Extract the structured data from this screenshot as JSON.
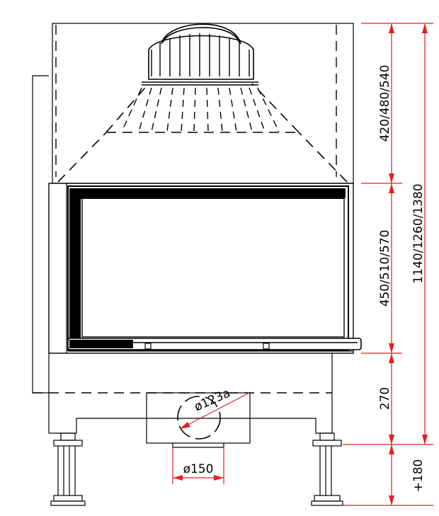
{
  "drawing": {
    "dimensions": {
      "hood_height": "420/480/540",
      "door_height": "450/510/570",
      "total_height": "1140/1260/1380",
      "base_height": "270",
      "legs_height": "+180",
      "inner_flue_diameter": "ø123a",
      "outer_flue_diameter": "ø150"
    },
    "colors": {
      "outline": "#000000",
      "dimension_line": "#e02020"
    }
  }
}
